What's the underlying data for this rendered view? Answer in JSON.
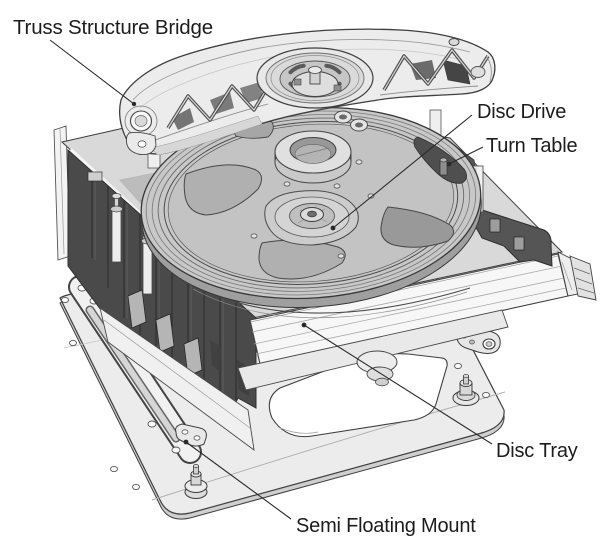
{
  "diagram": {
    "labels": {
      "truss_bridge": "Truss Structure Bridge",
      "disc_drive": "Disc Drive",
      "turn_table": "Turn Table",
      "disc_tray": "Disc Tray",
      "semi_floating_mount": "Semi Floating Mount"
    },
    "colors": {
      "background": "#ffffff",
      "line": "#3a3a3a",
      "text": "#1c1c1c"
    }
  }
}
